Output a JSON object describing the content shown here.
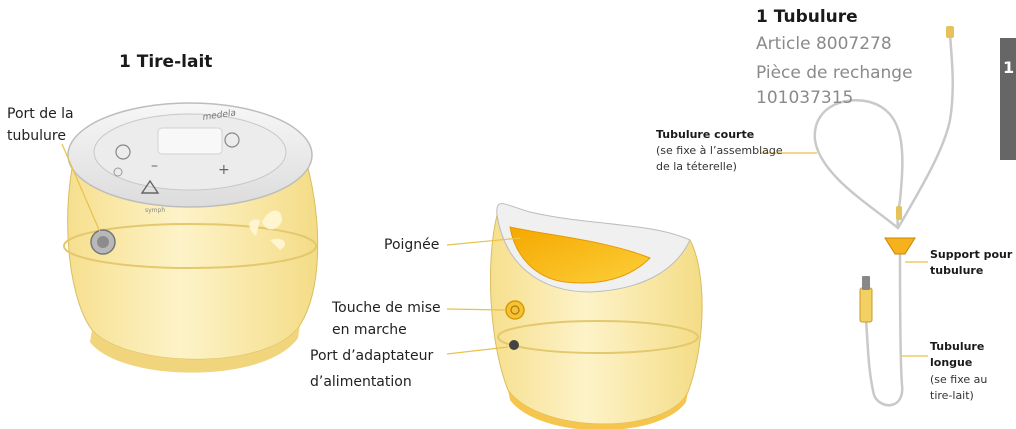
{
  "pump": {
    "title": "1 Tire-lait",
    "tubing_port_label_1": "Port de la",
    "tubing_port_label_2": "tubulure",
    "brand": "medela",
    "logo_small": "symph"
  },
  "pump_back": {
    "handle_label": "Poignée",
    "power_button_label_1": "Touche de mise",
    "power_button_label_2": "en marche",
    "adapter_port_label_1": "Port d’adaptateur",
    "adapter_port_label_2": "d’alimentation"
  },
  "tubing": {
    "title": "1 Tubulure",
    "article": "Article 8007278",
    "spare_part_1": "Pièce de rechange",
    "spare_part_2": "101037315",
    "short_tube_title": "Tubulure courte",
    "short_tube_desc_1": "(se fixe à l’assemblage",
    "short_tube_desc_2": "de la téterelle)",
    "holder_1": "Support pour",
    "holder_2": "tubulure",
    "long_tube_1": "Tubulure",
    "long_tube_2": "longue",
    "long_tube_desc_1": "(se fixe au",
    "long_tube_desc_2": "tire-lait)"
  },
  "side_tab": {
    "number": "1"
  },
  "colors": {
    "pump_yellow": "#fbe9a6",
    "pump_yellow_dark": "#f2d67a",
    "accent_orange": "#f5b21c",
    "leader_line": "#e8c24a"
  }
}
